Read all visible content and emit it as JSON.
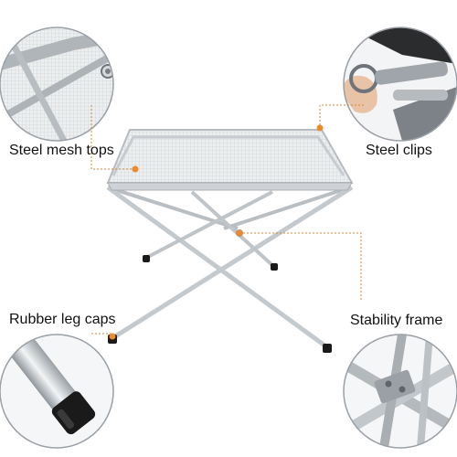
{
  "labels": {
    "steel_mesh_tops": "Steel mesh tops",
    "steel_clips": "Steel clips",
    "rubber_leg_caps": "Rubber leg caps",
    "stability_frame": "Stability frame"
  },
  "colors": {
    "background": "#ffffff",
    "steel": "#c9cdd2",
    "steel_dark": "#8f959c",
    "mesh": "#e4e6e9",
    "mesh_border": "#b7bbc0",
    "callout_line": "#d08a3c",
    "callout_dot": "#ec8a2c",
    "circle_border": "#9aa0a6",
    "rubber_cap": "#1a1a1a",
    "label_text": "#111111"
  }
}
